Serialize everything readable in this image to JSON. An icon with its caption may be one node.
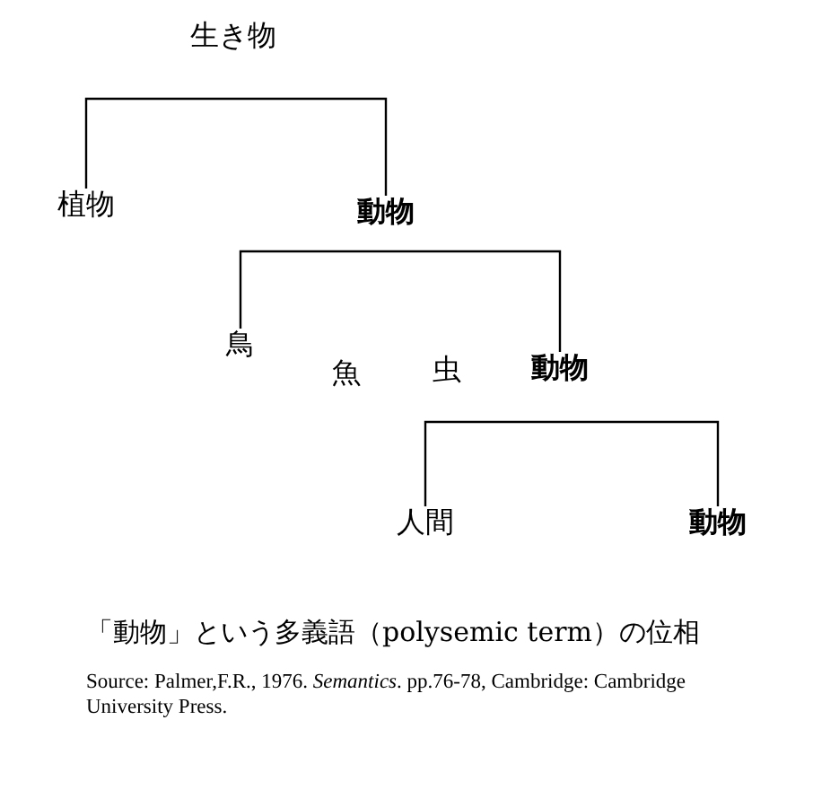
{
  "diagram": {
    "caption": "「動物」という多義語（polysemic term）の位相",
    "nodes": [
      {
        "text": [
          "生き物"
        ]
      },
      {
        "text": [
          "植物"
        ]
      },
      {
        "text": [
          "動物"
        ]
      },
      {
        "text": [
          "鳥"
        ]
      },
      {
        "text": [
          "動物"
        ]
      },
      {
        "text": [
          "人間"
        ]
      },
      {
        "text": [
          "動物"
        ]
      }
    ],
    "edges": [
      {
        "from": 0,
        "to": 1,
        "arrow": "none"
      },
      {
        "from": 0,
        "to": 2,
        "arrow": "none"
      },
      {
        "from": 2,
        "to": 3,
        "arrow": "none"
      },
      {
        "from": 2,
        "to": 4,
        "arrow": "none"
      },
      {
        "from": 4,
        "to": 5,
        "arrow": "none"
      },
      {
        "from": 4,
        "to": 6,
        "arrow": "none"
      }
    ],
    "labels": [
      "魚",
      "虫",
      "Source: Palmer,F.R., 1976. *Semantics*. pp.76-78, Cambridge: Cambridge University Press."
    ]
  }
}
